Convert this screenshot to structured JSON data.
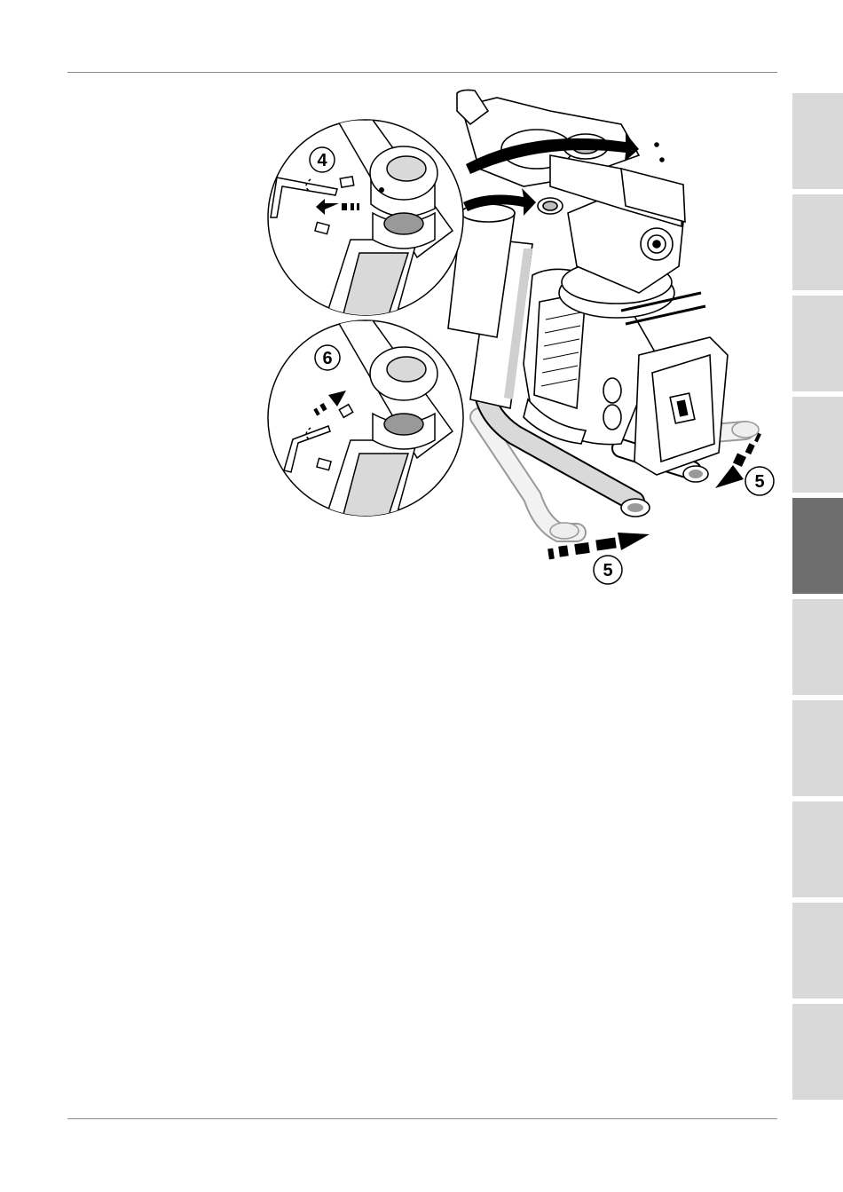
{
  "figure": {
    "step_labels": {
      "loosen": "4",
      "rotate_left": "5",
      "rotate_bottom": "5",
      "tighten": "6"
    }
  },
  "side_tabs": {
    "count": 10,
    "active_index": 4,
    "active_color": "#6e6e6e",
    "inactive_color": "#d9d9d9"
  }
}
